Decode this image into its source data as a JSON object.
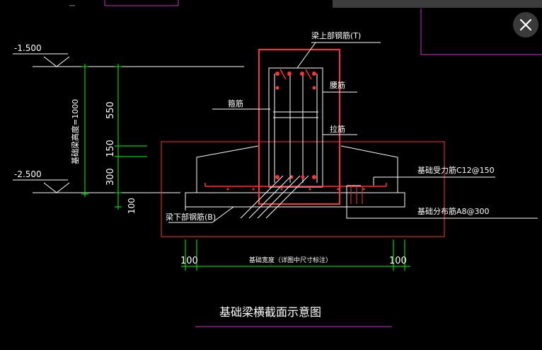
{
  "title": "基础梁横截面示意图",
  "levels": {
    "top": "-1.500",
    "bottom": "-2.500"
  },
  "dims": {
    "d550": "550",
    "d150": "150",
    "d300": "300",
    "d100v": "100",
    "total": "基础梁高度=1000",
    "left100": "100",
    "right100": "100",
    "width": "基础宽度（详图中尺寸标注）"
  },
  "labels": {
    "top_rebar": "梁上部钢筋(T)",
    "bottom_rebar": "梁下部钢筋(B)",
    "waist": "腰筋",
    "stirrup": "箍筋",
    "tie": "拉筋",
    "main_rebar": "基础受力筋C12@150",
    "dist_rebar": "基础分布筋A8@300"
  },
  "colors": {
    "background": "#000000",
    "line": "#ffffff",
    "dimension": "#00ff00",
    "highlight": "#ff3333",
    "accent": "#cc33cc"
  },
  "icons": {
    "close": "close-icon"
  }
}
